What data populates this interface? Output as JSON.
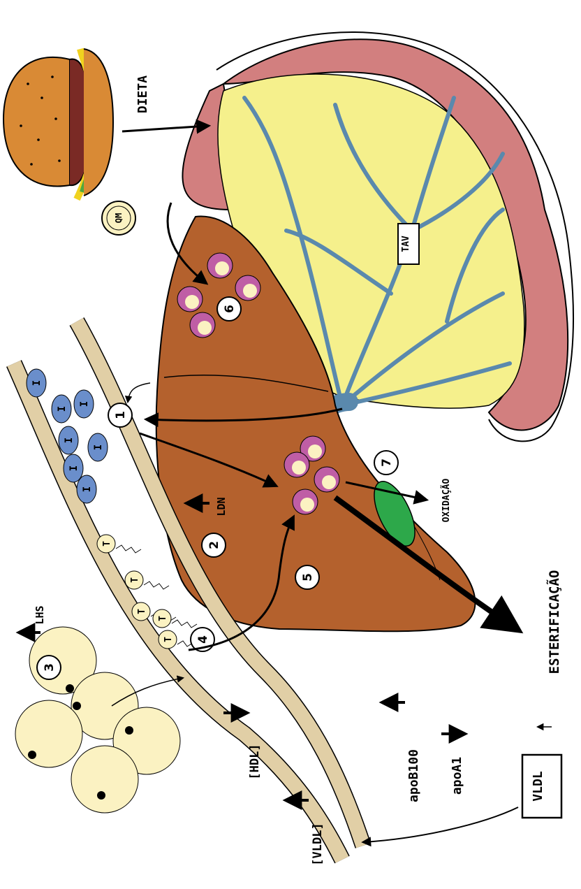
{
  "labels": {
    "dieta": "DIETA",
    "qm": "QM",
    "tav": "TAV",
    "lhs": "LHS",
    "ldn": "LDN",
    "oxidacao": "OXIDAÇÃO",
    "esterificacao": "ESTERIFICAÇÃO",
    "apob100": "apoB100",
    "apoa1": "apoA1",
    "vldl_box": "VLDL",
    "hdl": "[HDL]",
    "vldl_plasma": "[VLDL]",
    "insulin": "I",
    "t3": "T"
  },
  "steps": [
    "1",
    "2",
    "3",
    "4",
    "5",
    "6",
    "7"
  ],
  "colors": {
    "liver": "#b4612d",
    "intestine": "#d27f7f",
    "mesentery_fat": "#f5f08c",
    "vessel": "#5a89ad",
    "adipocyte": "#fbf2c2",
    "endothelium": "#e1cfa6",
    "insulin": "#6a8ecb",
    "gallbladder": "#2da84a",
    "hepatocyte": "#bf5ea5",
    "bun": "#d98a35"
  }
}
